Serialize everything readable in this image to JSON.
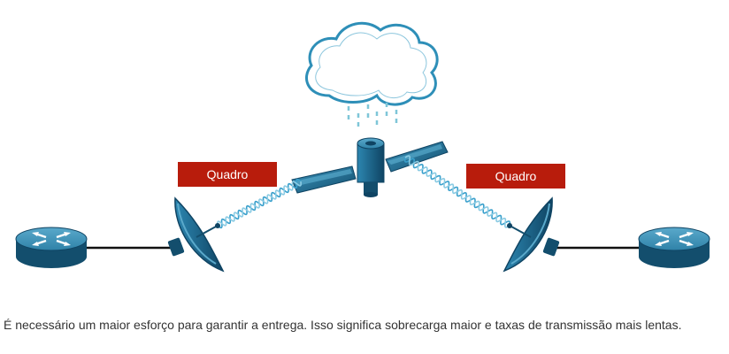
{
  "diagram": {
    "frame_label_left": "Quadro",
    "frame_label_right": "Quadro",
    "icons": [
      "router-icon",
      "satellite-dish-icon",
      "satellite-icon",
      "cloud-icon",
      "rain-icon",
      "radio-wave-icon"
    ]
  },
  "caption": "É necessário um maior esforço para garantir a entrega. Isso significa sobrecarga maior e taxas de transmissão mais lentas.",
  "colors": {
    "device_blue": "#1f6f96",
    "device_dark": "#124b68",
    "frame_red": "#b81c0c",
    "cloud_stroke": "#2e8fb8",
    "rain": "#7fc6d8",
    "wave": "#3aa0cc"
  }
}
